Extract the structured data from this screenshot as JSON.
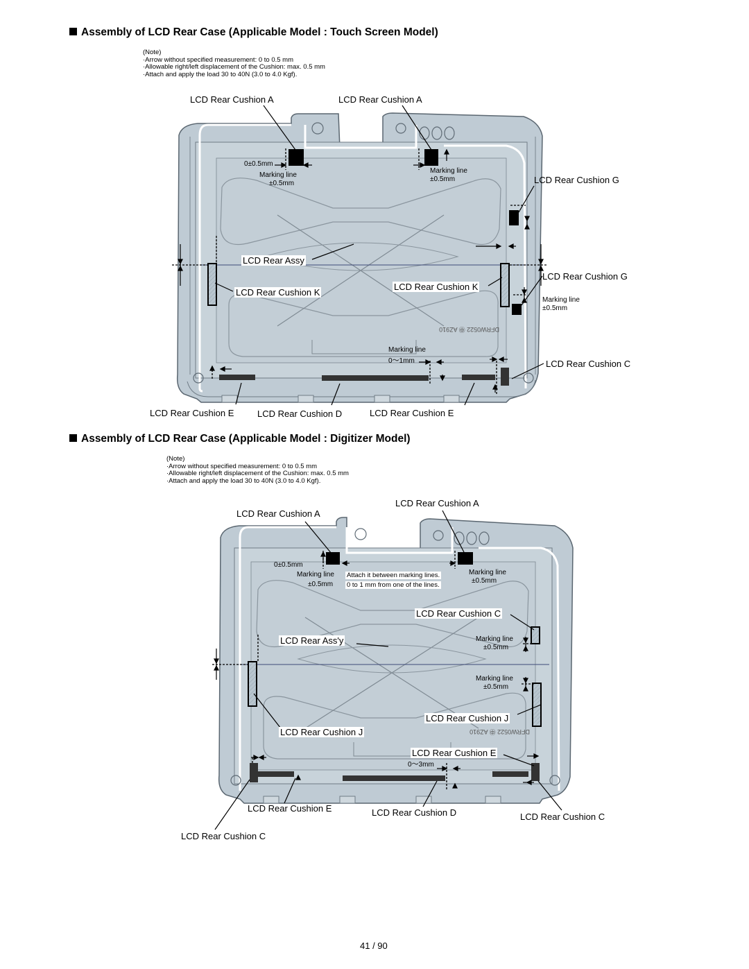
{
  "page_number": "41 / 90",
  "section1": {
    "title": "Assembly of LCD Rear Case (Applicable Model : Touch Screen Model)",
    "note_head": "(Note)",
    "notes": [
      "·Arrow without specified measurement: 0 to 0.5 mm",
      "·Allowable right/left displacement of the Cushion: max. 0.5 mm",
      "·Attach and apply the load 30 to 40N (3.0 to 4.0 Kgf)."
    ],
    "labels": {
      "cushion_a_left": "LCD Rear Cushion A",
      "cushion_a_right": "LCD Rear Cushion A",
      "cushion_g_top": "LCD Rear Cushion G",
      "cushion_g_mid": "LCD Rear Cushion G",
      "rear_assy": "LCD Rear Assy",
      "cushion_k_left": "LCD Rear Cushion K",
      "cushion_k_right": "LCD Rear Cushion K",
      "cushion_c": "LCD Rear Cushion C",
      "cushion_e_left": "LCD Rear Cushion E",
      "cushion_d": "LCD Rear Cushion D",
      "cushion_e_right": "LCD Rear Cushion E"
    },
    "measures": {
      "zero_half_mm": "0±0.5mm",
      "marking_line_l": "Marking line",
      "pm_half_l": "±0.5mm",
      "marking_line_r": "Marking line",
      "pm_half_r": "±0.5mm",
      "marking_line_g": "Marking line",
      "pm_half_g": "±0.5mm",
      "marking_line_bottom": "Marking line",
      "zero_one_mm": "0〜1mm"
    }
  },
  "section2": {
    "title": "Assembly of LCD Rear Case (Applicable Model : Digitizer Model)",
    "note_head": "(Note)",
    "notes": [
      "·Arrow without specified measurement: 0 to 0.5 mm",
      "·Allowable right/left displacement of the Cushion: max. 0.5 mm",
      "·Attach and apply the load 30 to 40N (3.0 to 4.0 Kgf)."
    ],
    "labels": {
      "cushion_a_left": "LCD Rear Cushion A",
      "cushion_a_right": "LCD Rear Cushion A",
      "cushion_c_top": "LCD Rear Cushion C",
      "rear_assy": "LCD Rear Ass'y",
      "cushion_j_right": "LCD Rear Cushion J",
      "cushion_j_left": "LCD Rear Cushion J",
      "cushion_e_mid": "LCD Rear Cushion E",
      "cushion_e_bottom": "LCD Rear Cushion E",
      "cushion_d": "LCD Rear Cushion D",
      "cushion_c_right": "LCD Rear Cushion C",
      "cushion_c_left": "LCD Rear Cushion C"
    },
    "measures": {
      "zero_half_mm": "0±0.5mm",
      "marking_line_l": "Marking line",
      "pm_half_l": "±0.5mm",
      "attach_note_1": "Attach it between marking lines.",
      "attach_note_2": "0 to 1 mm from one of the lines.",
      "marking_line_r": "Marking line",
      "pm_half_r": "±0.5mm",
      "marking_line_c": "Marking line",
      "pm_half_c": "±0.5mm",
      "marking_line_j": "Marking line",
      "pm_half_j": "±0.5mm",
      "zero_three_mm": "0〜3mm"
    }
  }
}
